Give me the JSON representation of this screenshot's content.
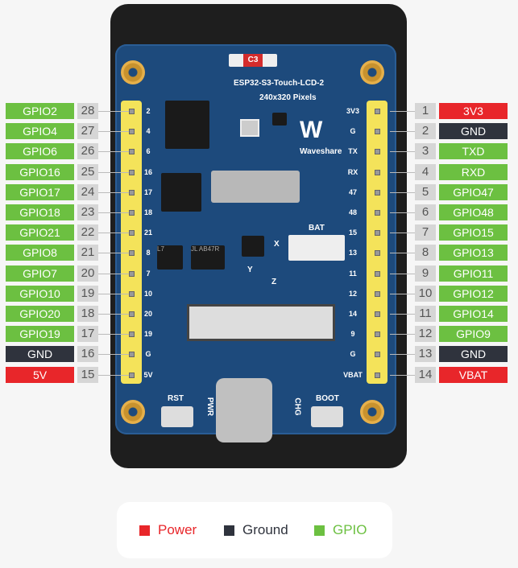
{
  "board": {
    "title": "ESP32-S3-Touch-LCD-2",
    "resolution": "240x320 Pixels",
    "brand": "Waveshare",
    "cap_label": "C3",
    "buttons": {
      "rst": "RST",
      "pwr": "PWR",
      "chg": "CHG",
      "boot": "BOOT"
    },
    "battery": "BAT",
    "axes": {
      "x": "X",
      "y": "Y",
      "z": "Z"
    },
    "chip_marks": [
      "L7",
      "JL AB47R"
    ]
  },
  "colors": {
    "power": "#e8262a",
    "ground": "#2f333d",
    "gpio": "#6cc041"
  },
  "left_pins": [
    {
      "name": "GPIO2",
      "num": "28",
      "silk": "2",
      "type": "gpio"
    },
    {
      "name": "GPIO4",
      "num": "27",
      "silk": "4",
      "type": "gpio"
    },
    {
      "name": "GPIO6",
      "num": "26",
      "silk": "6",
      "type": "gpio"
    },
    {
      "name": "GPIO16",
      "num": "25",
      "silk": "16",
      "type": "gpio"
    },
    {
      "name": "GPIO17",
      "num": "24",
      "silk": "17",
      "type": "gpio"
    },
    {
      "name": "GPIO18",
      "num": "23",
      "silk": "18",
      "type": "gpio"
    },
    {
      "name": "GPIO21",
      "num": "22",
      "silk": "21",
      "type": "gpio"
    },
    {
      "name": "GPIO8",
      "num": "21",
      "silk": "8",
      "type": "gpio"
    },
    {
      "name": "GPIO7",
      "num": "20",
      "silk": "7",
      "type": "gpio"
    },
    {
      "name": "GPIO10",
      "num": "19",
      "silk": "10",
      "type": "gpio"
    },
    {
      "name": "GPIO20",
      "num": "18",
      "silk": "20",
      "type": "gpio"
    },
    {
      "name": "GPIO19",
      "num": "17",
      "silk": "19",
      "type": "gpio"
    },
    {
      "name": "GND",
      "num": "16",
      "silk": "G",
      "type": "ground"
    },
    {
      "name": "5V",
      "num": "15",
      "silk": "5V",
      "type": "power"
    }
  ],
  "right_pins": [
    {
      "name": "3V3",
      "num": "1",
      "silk": "3V3",
      "type": "power"
    },
    {
      "name": "GND",
      "num": "2",
      "silk": "G",
      "type": "ground"
    },
    {
      "name": "TXD",
      "num": "3",
      "silk": "TX",
      "type": "gpio"
    },
    {
      "name": "RXD",
      "num": "4",
      "silk": "RX",
      "type": "gpio"
    },
    {
      "name": "GPIO47",
      "num": "5",
      "silk": "47",
      "type": "gpio"
    },
    {
      "name": "GPIO48",
      "num": "6",
      "silk": "48",
      "type": "gpio"
    },
    {
      "name": "GPIO15",
      "num": "7",
      "silk": "15",
      "type": "gpio"
    },
    {
      "name": "GPIO13",
      "num": "8",
      "silk": "13",
      "type": "gpio"
    },
    {
      "name": "GPIO11",
      "num": "9",
      "silk": "11",
      "type": "gpio"
    },
    {
      "name": "GPIO12",
      "num": "10",
      "silk": "12",
      "type": "gpio"
    },
    {
      "name": "GPIO14",
      "num": "11",
      "silk": "14",
      "type": "gpio"
    },
    {
      "name": "GPIO9",
      "num": "12",
      "silk": "9",
      "type": "gpio"
    },
    {
      "name": "GND",
      "num": "13",
      "silk": "G",
      "type": "ground"
    },
    {
      "name": "VBAT",
      "num": "14",
      "silk": "VBAT",
      "type": "power"
    }
  ],
  "legend": {
    "power": "Power",
    "ground": "Ground",
    "gpio": "GPIO"
  }
}
